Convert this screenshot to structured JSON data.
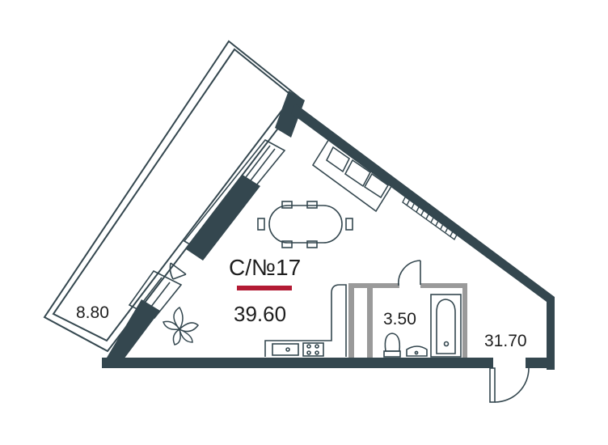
{
  "apartment": {
    "number": "С/№17",
    "total_area": "39.60",
    "accent_color": "#b31b34"
  },
  "rooms": {
    "balcony_area": "8.80",
    "bathroom_area": "3.50",
    "main_area": "31.70"
  },
  "colors": {
    "wall": "#34474f",
    "line": "#34474f",
    "partition": "#9a9a9a",
    "background": "#ffffff"
  },
  "icons": [
    "sofa-icon",
    "dining-table-icon",
    "kitchen-counter-icon",
    "stove-icon",
    "sink-icon",
    "toilet-icon",
    "bathtub-icon",
    "plant-icon",
    "door-icon",
    "radiator-icon",
    "window-icon"
  ]
}
